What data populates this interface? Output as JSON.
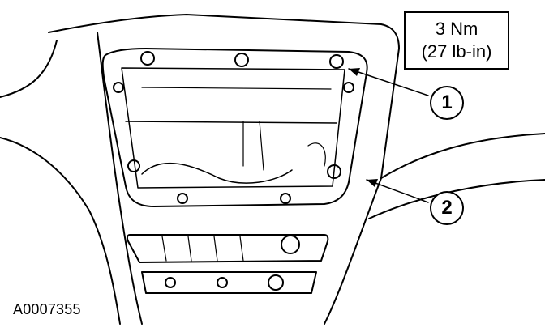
{
  "torque_spec": {
    "metric": "3 Nm",
    "imperial": "(27 lb-in)"
  },
  "callouts": [
    {
      "label": "1"
    },
    {
      "label": "2"
    }
  ],
  "figure_id": "A0007355",
  "colors": {
    "line": "#000000",
    "background": "#ffffff"
  }
}
